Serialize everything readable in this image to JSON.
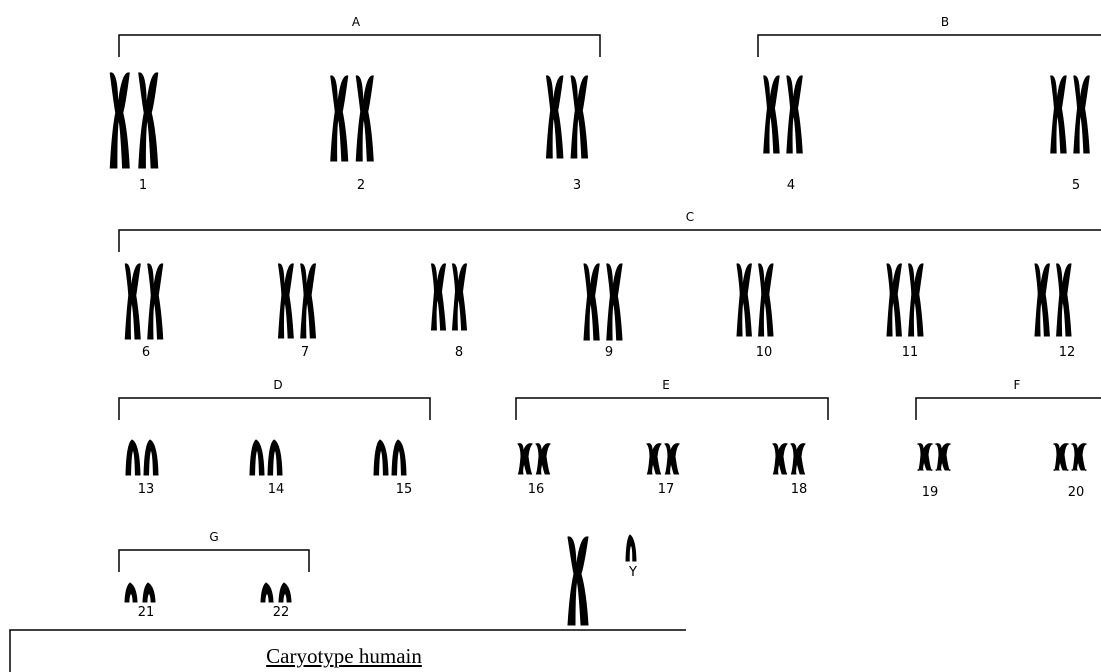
{
  "groups": [
    {
      "id": "A",
      "label": "A"
    },
    {
      "id": "B",
      "label": "B"
    },
    {
      "id": "C",
      "label": "C"
    },
    {
      "id": "D",
      "label": "D"
    },
    {
      "id": "E",
      "label": "E"
    },
    {
      "id": "F",
      "label": "F"
    },
    {
      "id": "G",
      "label": "G"
    }
  ],
  "chromosomes": [
    {
      "label": "1"
    },
    {
      "label": "2"
    },
    {
      "label": "3"
    },
    {
      "label": "4"
    },
    {
      "label": "5"
    },
    {
      "label": "6"
    },
    {
      "label": "7"
    },
    {
      "label": "8"
    },
    {
      "label": "9"
    },
    {
      "label": "10"
    },
    {
      "label": "11"
    },
    {
      "label": "12"
    },
    {
      "label": "13"
    },
    {
      "label": "14"
    },
    {
      "label": "15"
    },
    {
      "label": "16"
    },
    {
      "label": "17"
    },
    {
      "label": "18"
    },
    {
      "label": "19"
    },
    {
      "label": "20"
    },
    {
      "label": "21"
    },
    {
      "label": "22"
    },
    {
      "label": ""
    },
    {
      "label": "Y"
    }
  ],
  "caption": "Caryotype humain"
}
